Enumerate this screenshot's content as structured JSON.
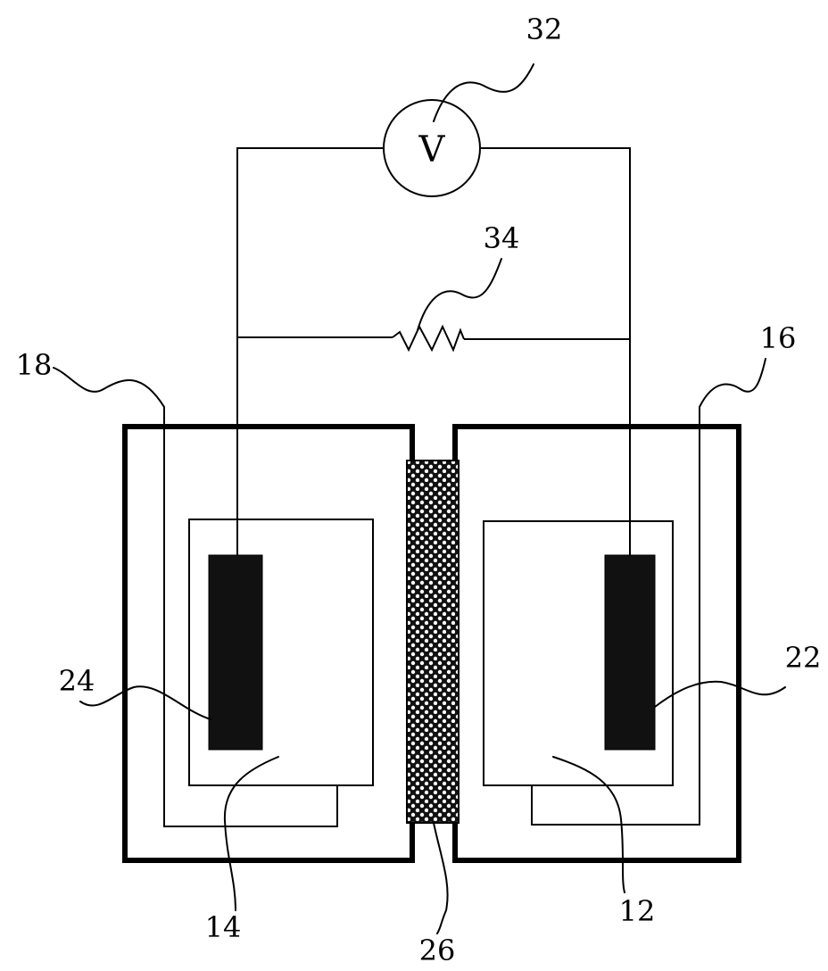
{
  "voltmeter": {
    "symbol": "V",
    "ref": "32"
  },
  "resistor": {
    "ref": "34"
  },
  "labels": {
    "container_left": "18",
    "container_right": "16",
    "electrode_left": "24",
    "electrode_right": "22",
    "electrolyte_left": "14",
    "electrolyte_right": "12",
    "membrane": "26"
  }
}
